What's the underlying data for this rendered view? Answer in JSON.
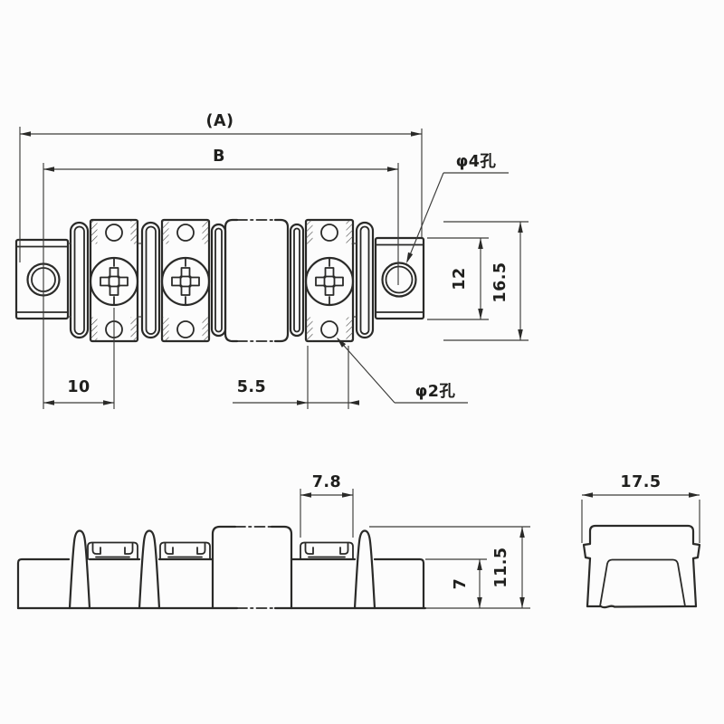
{
  "drawing": {
    "kind": "technical-drawing",
    "part": "terminal-block",
    "colors": {
      "line": "#2a2a28",
      "dim_line": "#3c3c3a",
      "background": "#fcfcfc"
    },
    "top_view": {
      "dim_overall_length": "(A)",
      "dim_mounting_pitch": "B",
      "label_mounting_hole": "φ4孔",
      "dim_tab_height": "12",
      "dim_body_height": "16.5",
      "dim_end_to_first_screw": "10",
      "dim_pocket_width": "5.5",
      "label_small_hole": "φ2孔"
    },
    "front_view": {
      "dim_clip_width": "7.8",
      "dim_base_height": "7",
      "dim_total_height": "11.5"
    },
    "side_view": {
      "dim_width": "17.5"
    }
  }
}
